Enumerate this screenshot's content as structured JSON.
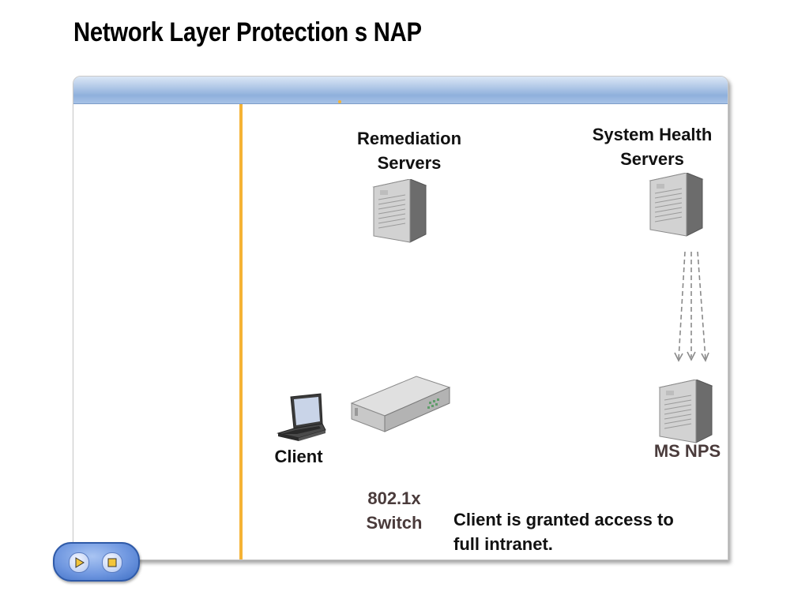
{
  "title": "Network Layer Protection s NAP",
  "nodes": {
    "remediation": {
      "line1": "Remediation",
      "line2": "Servers"
    },
    "health": {
      "line1": "System Health",
      "line2": "Servers"
    },
    "client": {
      "label": "Client"
    },
    "switch": {
      "line1": "802.1x",
      "line2": "Switch"
    },
    "nps": {
      "label": "MS NPS"
    }
  },
  "caption": {
    "line1": "Client is granted access to",
    "line2": "full intranet."
  },
  "colors": {
    "divider": "#f5b335",
    "header": "#9fbbe3",
    "label_dark": "#4a3b3b"
  },
  "icons": {
    "server": "server-tower-icon",
    "switch": "network-switch-icon",
    "laptop": "laptop-icon",
    "play": "play-icon",
    "stop": "stop-icon"
  }
}
